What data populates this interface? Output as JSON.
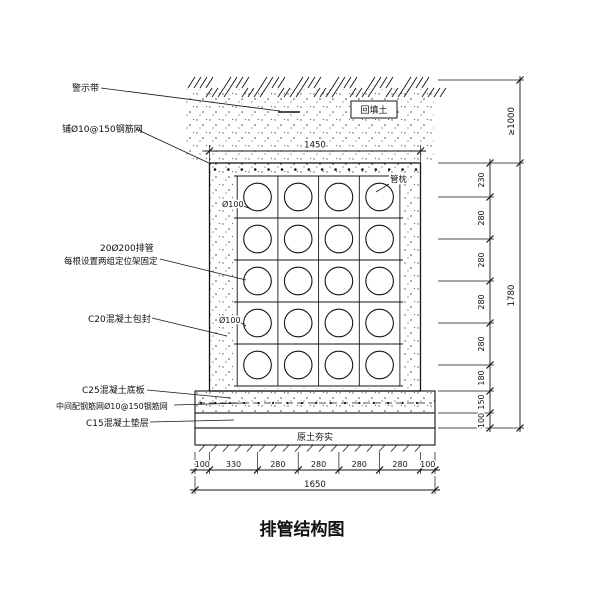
{
  "title": "排管结构图",
  "labels": {
    "warning_tape": "警示带",
    "backfill": "回填土",
    "top_mesh": "铺Ø10@150钢筋网",
    "pipe_pillow": "管枕",
    "pipe_dia_upper": "Ø100",
    "pipe_dia_lower": "Ø100",
    "pipes_spec": "20Ø200排管",
    "pipes_fixing": "每根设置两组定位架固定",
    "encasement": "C20混凝土包封",
    "base_slab": "C25混凝土底板",
    "slab_mesh": "中间配钢筋网Ø10@150钢筋网",
    "cushion": "C15混凝土垫层",
    "subsoil": "原土夯实"
  },
  "dimensions": {
    "top_width": "1450",
    "bottom_segments": [
      "100",
      "330",
      "280",
      "280",
      "280",
      "280",
      "100"
    ],
    "bottom_total": "1650",
    "right_segments": [
      "230",
      "280",
      "280",
      "280",
      "280",
      "180",
      "150",
      "100"
    ],
    "cover_depth": "≥1000",
    "right_total": "1780"
  },
  "structure": {
    "pipe_rows": 5,
    "pipe_columns": 4,
    "pipe_count": 20
  },
  "colors": {
    "line": "#151515",
    "background": "#ffffff"
  }
}
